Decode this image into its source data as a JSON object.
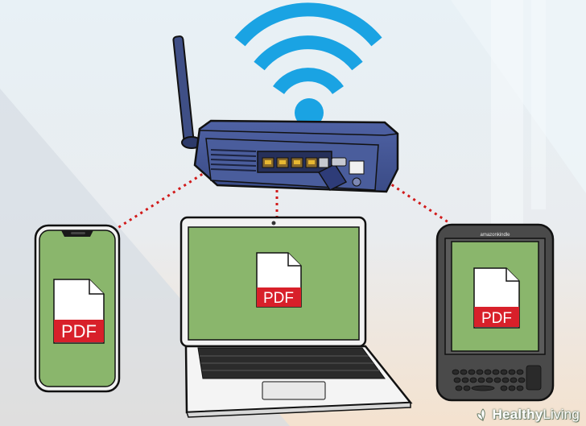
{
  "colors": {
    "background_top": "#e4eef3",
    "background_bottom": "#f3e5d6",
    "wifi_signal": "#1aa3e3",
    "router_body": "#3d4f8a",
    "device_screen": "#8ab66c",
    "pdf_label": "#d8202a",
    "connection_dots": "#d11a1a"
  },
  "devices": {
    "phone": {
      "file_label": "PDF"
    },
    "laptop": {
      "file_label": "PDF"
    },
    "ereader": {
      "file_label": "PDF",
      "brand": "amazonkindle"
    }
  },
  "watermark": {
    "part1": "Healthy",
    "part2": "Living"
  }
}
